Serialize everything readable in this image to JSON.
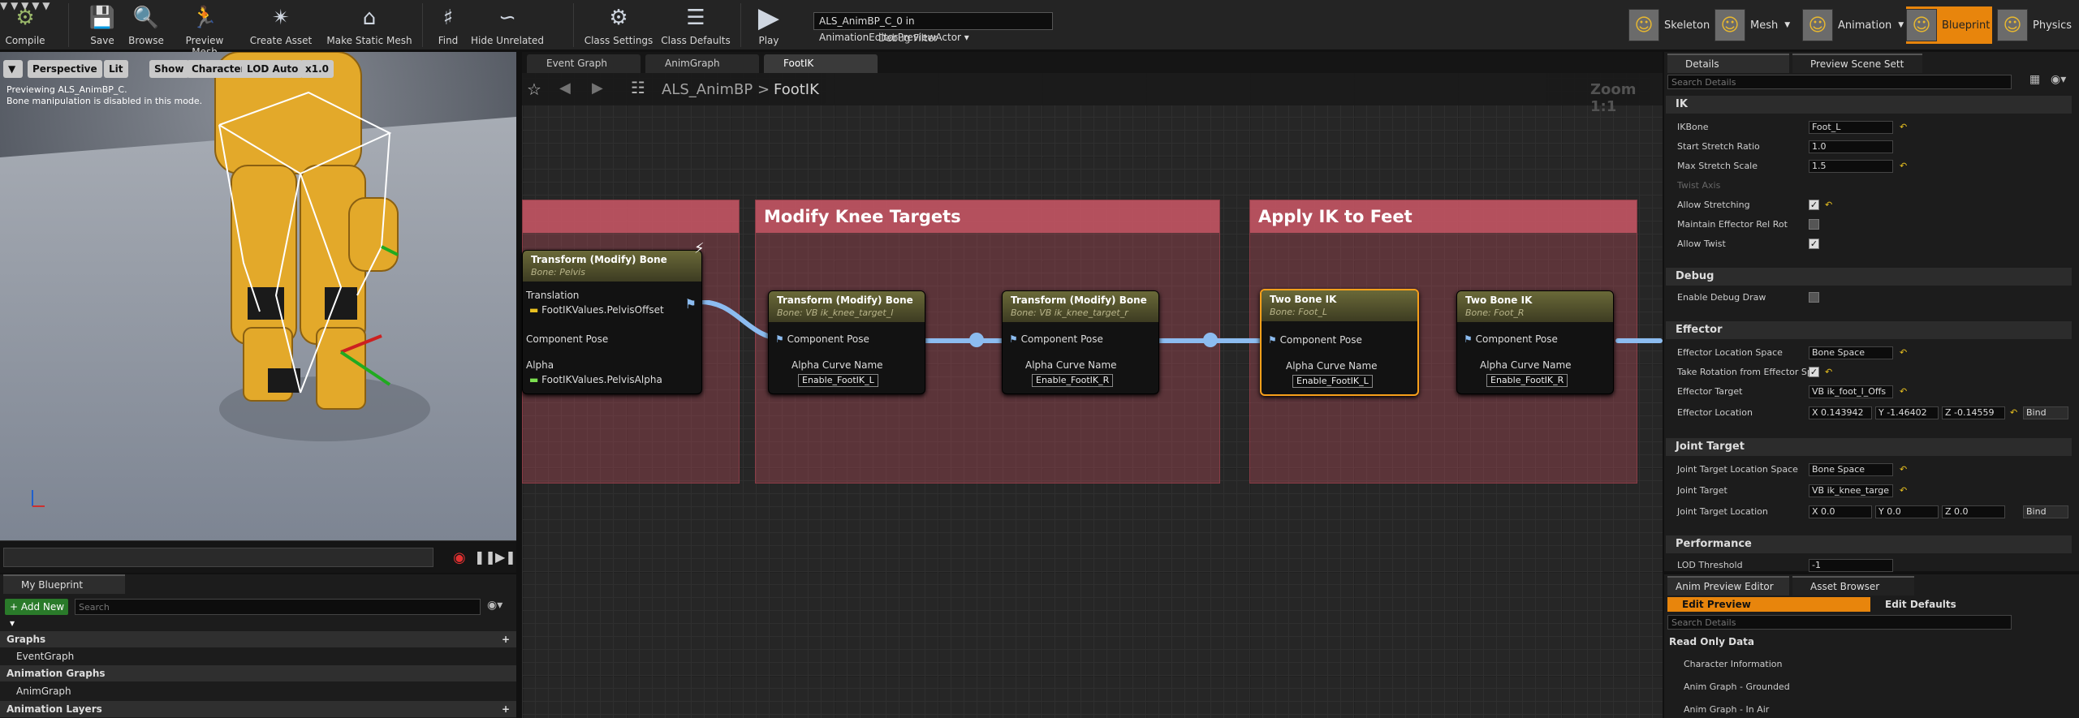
{
  "toolbar": {
    "compile": "Compile",
    "save": "Save",
    "browse": "Browse",
    "preview_mesh": "Preview Mesh",
    "create_asset": "Create Asset",
    "make_static_mesh": "Make Static Mesh",
    "find": "Find",
    "hide_unrelated": "Hide Unrelated",
    "class_settings": "Class Settings",
    "class_defaults": "Class Defaults",
    "play": "Play",
    "debug_select": "ALS_AnimBP_C_0 in AnimationEditorPreviewActor",
    "debug_filter": "Debug Filter"
  },
  "modes": {
    "skeleton": "Skeleton",
    "mesh": "Mesh",
    "animation": "Animation",
    "blueprint": "Blueprint",
    "physics": "Physics"
  },
  "viewport": {
    "perspective": "Perspective",
    "lit": "Lit",
    "show": "Show",
    "character": "Character",
    "lod": "LOD Auto",
    "speed": "x1.0",
    "line1": "Previewing ALS_AnimBP_C.",
    "line2": "Bone manipulation is disabled in this mode."
  },
  "my_blueprint": {
    "tab": "My Blueprint",
    "add_new": "Add New",
    "search_placeholder": "Search",
    "graphs": "Graphs",
    "event_graph": "EventGraph",
    "animation_graphs": "Animation Graphs",
    "anim_graph": "AnimGraph",
    "animation_layers": "Animation Layers"
  },
  "graph_tabs": [
    "Event Graph",
    "AnimGraph",
    "FootIK"
  ],
  "breadcrumb": {
    "root": "ALS_AnimBP",
    "current": "FootIK",
    "zoom": "Zoom 1:1"
  },
  "comments": {
    "modify_knee": "Modify Knee Targets",
    "apply_ik": "Apply IK to Feet"
  },
  "nodes": {
    "pelvis": {
      "title": "Transform (Modify) Bone",
      "sub": "Bone: Pelvis",
      "translation": "Translation",
      "translation_val": "FootIKValues.PelvisOffset",
      "component_pose": "Component Pose",
      "alpha": "Alpha",
      "alpha_val": "FootIKValues.PelvisAlpha"
    },
    "knee_l": {
      "title": "Transform (Modify) Bone",
      "sub": "Bone: VB ik_knee_target_l",
      "component_pose": "Component Pose",
      "alpha_curve": "Alpha Curve Name",
      "curve_val": "Enable_FootIK_L"
    },
    "knee_r": {
      "title": "Transform (Modify) Bone",
      "sub": "Bone: VB ik_knee_target_r",
      "component_pose": "Component Pose",
      "alpha_curve": "Alpha Curve Name",
      "curve_val": "Enable_FootIK_R"
    },
    "ik_l": {
      "title": "Two Bone IK",
      "sub": "Bone: Foot_L",
      "component_pose": "Component Pose",
      "alpha_curve": "Alpha Curve Name",
      "curve_val": "Enable_FootIK_L"
    },
    "ik_r": {
      "title": "Two Bone IK",
      "sub": "Bone: Foot_R",
      "component_pose": "Component Pose",
      "alpha_curve": "Alpha Curve Name",
      "curve_val": "Enable_FootIK_R"
    }
  },
  "details": {
    "tab": "Details",
    "tab2": "Preview Scene Sett",
    "search": "Search Details",
    "ik": "IK",
    "ikbone": "IKBone",
    "ikbone_val": "Foot_L",
    "start_stretch": "Start Stretch Ratio",
    "start_stretch_val": "1.0",
    "max_stretch": "Max Stretch Scale",
    "max_stretch_val": "1.5",
    "twist_axis": "Twist Axis",
    "allow_stretching": "Allow Stretching",
    "maintain_effector": "Maintain Effector Rel Rot",
    "allow_twist": "Allow Twist",
    "debug": "Debug",
    "enable_debug": "Enable Debug Draw",
    "effector": "Effector",
    "eff_loc_space": "Effector Location Space",
    "eff_loc_space_val": "Bone Space",
    "take_rotation": "Take Rotation from Effector Sp",
    "eff_target": "Effector Target",
    "eff_target_val": "VB ik_foot_l_Offs",
    "eff_loc": "Effector Location",
    "eff_x": "X 0.143942",
    "eff_y": "Y -1.46402",
    "eff_z": "Z -0.14559",
    "bind": "Bind",
    "joint": "Joint Target",
    "jt_loc_space": "Joint Target Location Space",
    "jt_loc_space_val": "Bone Space",
    "jt_target": "Joint Target",
    "jt_target_val": "VB ik_knee_targe",
    "jt_loc": "Joint Target Location",
    "jt_x": "X 0.0",
    "jt_y": "Y 0.0",
    "jt_z": "Z 0.0",
    "performance": "Performance",
    "lod": "LOD Threshold",
    "lod_val": "-1"
  },
  "preview": {
    "tab": "Anim Preview Editor",
    "tab2": "Asset Browser",
    "edit_preview": "Edit Preview",
    "edit_defaults": "Edit Defaults",
    "search": "Search Details",
    "read_only": "Read Only Data",
    "items": [
      "Character Information",
      "Anim Graph - Grounded",
      "Anim Graph - In Air"
    ]
  }
}
